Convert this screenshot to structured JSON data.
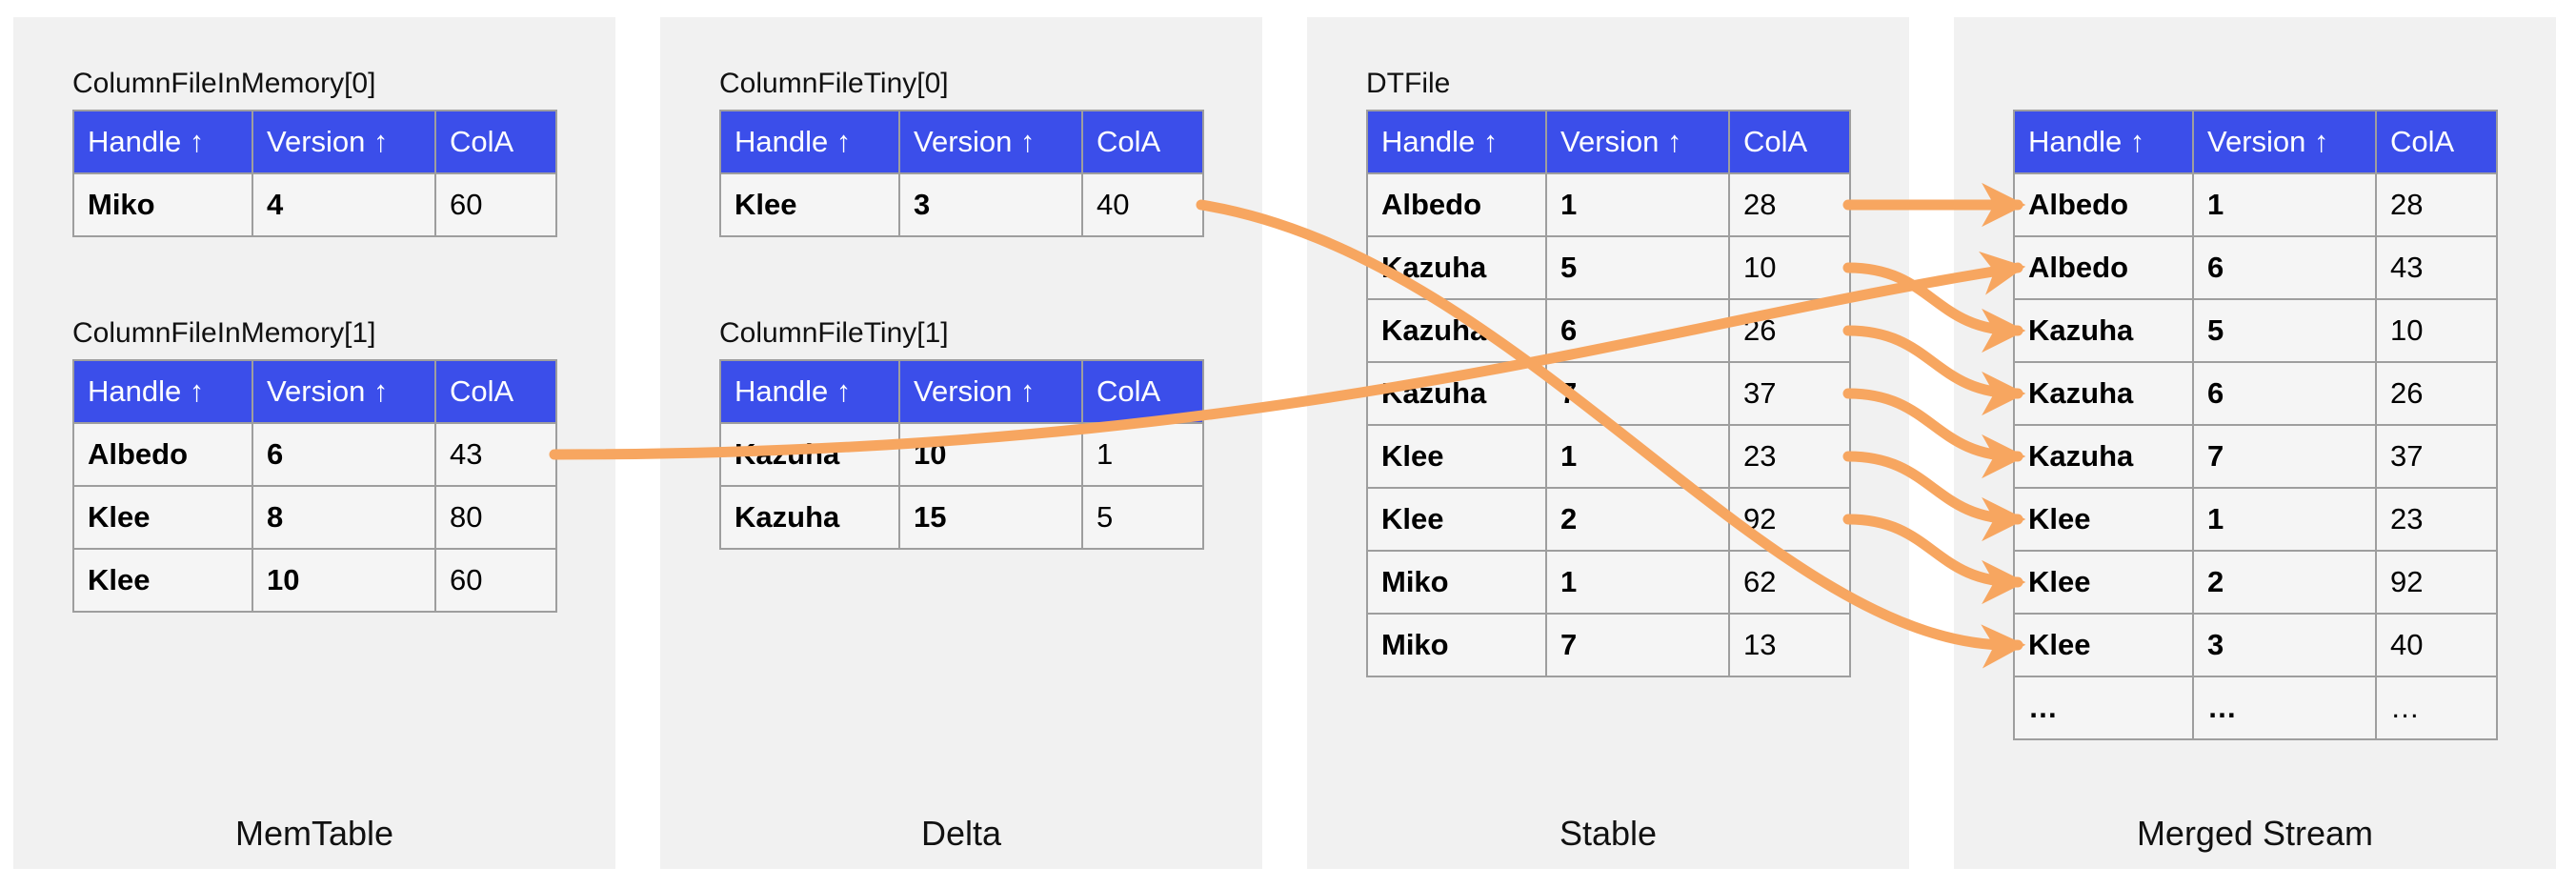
{
  "header_columns": [
    "Handle ↑",
    "Version ↑",
    "ColA"
  ],
  "panels": [
    {
      "label": "MemTable",
      "tables": [
        {
          "title": "ColumnFileInMemory[0]",
          "rows": [
            [
              "Miko",
              "4",
              "60"
            ]
          ]
        },
        {
          "title": "ColumnFileInMemory[1]",
          "rows": [
            [
              "Albedo",
              "6",
              "43"
            ],
            [
              "Klee",
              "8",
              "80"
            ],
            [
              "Klee",
              "10",
              "60"
            ]
          ]
        }
      ]
    },
    {
      "label": "Delta",
      "tables": [
        {
          "title": "ColumnFileTiny[0]",
          "rows": [
            [
              "Klee",
              "3",
              "40"
            ]
          ]
        },
        {
          "title": "ColumnFileTiny[1]",
          "rows": [
            [
              "Kazuha",
              "10",
              "1"
            ],
            [
              "Kazuha",
              "15",
              "5"
            ]
          ]
        }
      ]
    },
    {
      "label": "Stable",
      "tables": [
        {
          "title": "DTFile",
          "rows": [
            [
              "Albedo",
              "1",
              "28"
            ],
            [
              "Kazuha",
              "5",
              "10"
            ],
            [
              "Kazuha",
              "6",
              "26"
            ],
            [
              "Kazuha",
              "7",
              "37"
            ],
            [
              "Klee",
              "1",
              "23"
            ],
            [
              "Klee",
              "2",
              "92"
            ],
            [
              "Miko",
              "1",
              "62"
            ],
            [
              "Miko",
              "7",
              "13"
            ]
          ]
        }
      ]
    },
    {
      "label": "Merged Stream",
      "tables": [
        {
          "title": "",
          "rows": [
            [
              "Albedo",
              "1",
              "28"
            ],
            [
              "Albedo",
              "6",
              "43"
            ],
            [
              "Kazuha",
              "5",
              "10"
            ],
            [
              "Kazuha",
              "6",
              "26"
            ],
            [
              "Kazuha",
              "7",
              "37"
            ],
            [
              "Klee",
              "1",
              "23"
            ],
            [
              "Klee",
              "2",
              "92"
            ],
            [
              "Klee",
              "3",
              "40"
            ],
            [
              "…",
              "…",
              "…"
            ]
          ]
        }
      ]
    }
  ],
  "arrows": [
    {
      "from": {
        "panel": 2,
        "table": 0,
        "row": 0
      },
      "to": {
        "panel": 3,
        "table": 0,
        "row": 0
      }
    },
    {
      "from": {
        "panel": 0,
        "table": 1,
        "row": 0
      },
      "to": {
        "panel": 3,
        "table": 0,
        "row": 1
      }
    },
    {
      "from": {
        "panel": 2,
        "table": 0,
        "row": 1
      },
      "to": {
        "panel": 3,
        "table": 0,
        "row": 2
      }
    },
    {
      "from": {
        "panel": 2,
        "table": 0,
        "row": 2
      },
      "to": {
        "panel": 3,
        "table": 0,
        "row": 3
      }
    },
    {
      "from": {
        "panel": 2,
        "table": 0,
        "row": 3
      },
      "to": {
        "panel": 3,
        "table": 0,
        "row": 4
      }
    },
    {
      "from": {
        "panel": 2,
        "table": 0,
        "row": 4
      },
      "to": {
        "panel": 3,
        "table": 0,
        "row": 5
      }
    },
    {
      "from": {
        "panel": 2,
        "table": 0,
        "row": 5
      },
      "to": {
        "panel": 3,
        "table": 0,
        "row": 6
      }
    },
    {
      "from": {
        "panel": 1,
        "table": 0,
        "row": 0
      },
      "to": {
        "panel": 3,
        "table": 0,
        "row": 7
      }
    }
  ],
  "colors": {
    "header_bg": "#3b4eea",
    "header_text": "#ffffff",
    "arrow": "#f7a660",
    "panel_bg": "#f1f1f1",
    "cell_bg": "#f5f5f5",
    "border": "#9e9e9e"
  }
}
